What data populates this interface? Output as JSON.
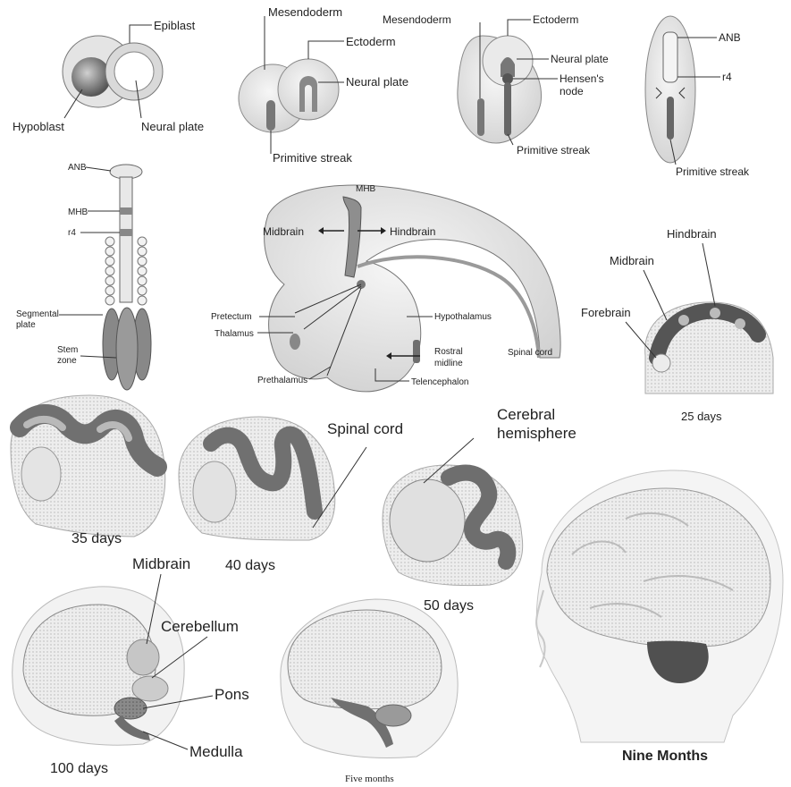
{
  "panels": {
    "p1": {
      "epiblast": "Epiblast",
      "hypoblast": "Hypoblast",
      "neural_plate": "Neural plate"
    },
    "p2": {
      "mesendoderm": "Mesendoderm",
      "ectoderm": "Ectoderm",
      "neural_plate": "Neural plate",
      "primitive_streak": "Primitive streak"
    },
    "p3": {
      "mesendoderm": "Mesendoderm",
      "ectoderm": "Ectoderm",
      "neural_plate": "Neural plate",
      "hensens_node_1": "Hensen's",
      "hensens_node_2": "node",
      "primitive_streak": "Primitive streak"
    },
    "p4": {
      "anb": "ANB",
      "r4": "r4",
      "primitive_streak": "Primitive streak"
    },
    "p5": {
      "anb": "ANB",
      "mhb": "MHB",
      "r4": "r4",
      "segmental_plate_1": "Segmental",
      "segmental_plate_2": "plate",
      "stem_zone_1": "Stem",
      "stem_zone_2": "zone"
    },
    "p6": {
      "mhb": "MHB",
      "midbrain": "Midbrain",
      "hindbrain": "Hindbrain",
      "pretectum": "Pretectum",
      "thalamus": "Thalamus",
      "prethalamus": "Prethalamus",
      "hypothalamus": "Hypothalamus",
      "rostral_midline_1": "Rostral",
      "rostral_midline_2": "midline",
      "telencephalon": "Telencephalon",
      "spinal_cord": "Spinal cord"
    },
    "p7": {
      "hindbrain": "Hindbrain",
      "midbrain": "Midbrain",
      "forebrain": "Forebrain",
      "caption": "25 days"
    },
    "p8": {
      "caption": "35 days"
    },
    "p9": {
      "caption": "40 days",
      "spinal_cord": "Spinal cord"
    },
    "p10": {
      "caption": "50 days",
      "cerebral_hemisphere_1": "Cerebral",
      "cerebral_hemisphere_2": "hemisphere"
    },
    "p11": {
      "caption": "100 days",
      "midbrain": "Midbrain",
      "cerebellum": "Cerebellum",
      "pons": "Pons",
      "medulla": "Medulla"
    },
    "p12": {
      "caption": "Five months"
    },
    "p13": {
      "caption": "Nine Months"
    }
  },
  "colors": {
    "line": "#333333",
    "tissue": "#e6e6e6",
    "tissue_dark": "#9a9a9a",
    "tube": "#7a7a7a",
    "brain_dark": "#5a5a5a"
  }
}
